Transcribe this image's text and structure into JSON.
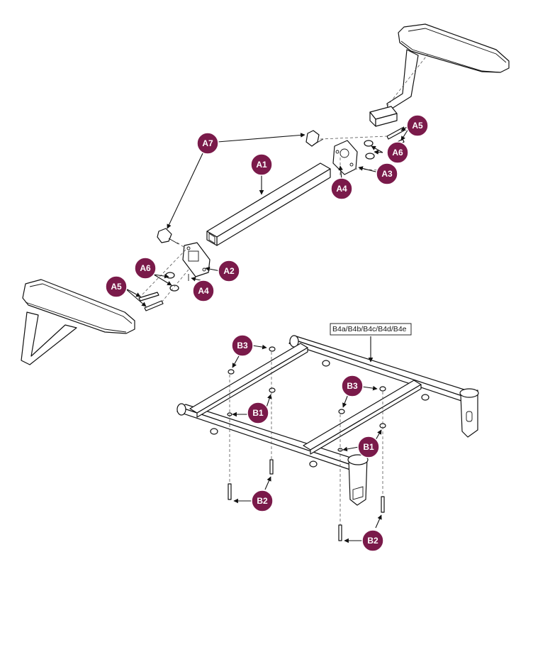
{
  "callouts": {
    "A1": "A1",
    "A2": "A2",
    "A3": "A3",
    "A4_left": "A4",
    "A4_right": "A4",
    "A5_left": "A5",
    "A5_right": "A5",
    "A6_left": "A6",
    "A6_right": "A6",
    "A7": "A7",
    "B1_left": "B1",
    "B1_right": "B1",
    "B2_left": "B2",
    "B2_right": "B2",
    "B3_left": "B3",
    "B3_right": "B3"
  },
  "frame_label": "B4a/B4b/B4c/B4d/B4e",
  "colors": {
    "callout_fill": "#7a1a4a",
    "callout_text": "#ffffff",
    "line": "#111111"
  }
}
